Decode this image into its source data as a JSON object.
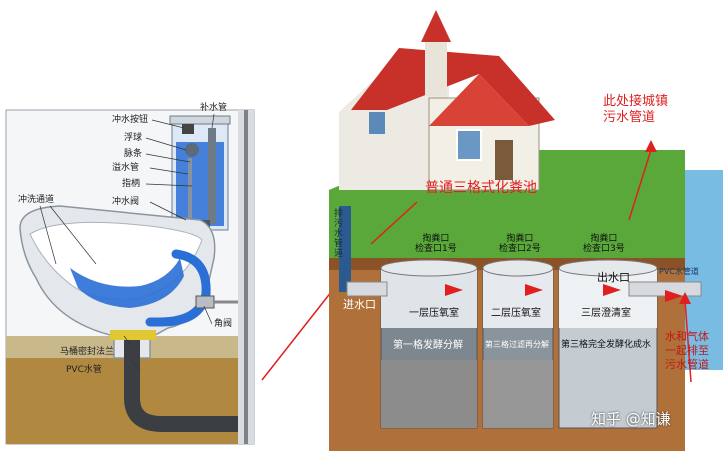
{
  "toilet": {
    "labels": {
      "flush_button": "冲水按钮",
      "float_ball": "浮球",
      "chain": "脉条",
      "overflow_pipe": "溢水管",
      "lever": "指柄",
      "flush_valve": "冲水阀",
      "refill_pipe": "补水管",
      "flush_channel": "冲洗通道",
      "angle_valve": "角阀",
      "flange_seal": "马桶密封法兰",
      "pvc_pipe": "PVC水管"
    }
  },
  "septic": {
    "city_sewer_note": "此处接城镇\n污水管道",
    "title": "普通三格式化粪池",
    "sewage_pipe_vertical": "排污水管道",
    "inlet": "进水口",
    "outlet": "出水口",
    "pvc_pipe": "PVC水管道",
    "mixed_outflow_note": "水和气体\n一起排至\n污水管道",
    "inspection_ports": [
      "掏粪口\n检查口1号",
      "掏粪口\n检查口2号",
      "掏粪口\n检查口3号"
    ],
    "chambers": [
      {
        "name": "一层压氧室",
        "process": "第一格发酵分解"
      },
      {
        "name": "二层压氧室",
        "process": "第三格过滤再分解"
      },
      {
        "name": "三层澄清室",
        "process": "第三格完全发酵化成水"
      }
    ]
  },
  "watermark": "知乎 @知谦",
  "colors": {
    "annotation_red": "#e02020",
    "water_blue": "#2a6fd6",
    "grass_green": "#5aa83a",
    "soil_brown": "#b0703a",
    "roof_red": "#c8302a"
  }
}
